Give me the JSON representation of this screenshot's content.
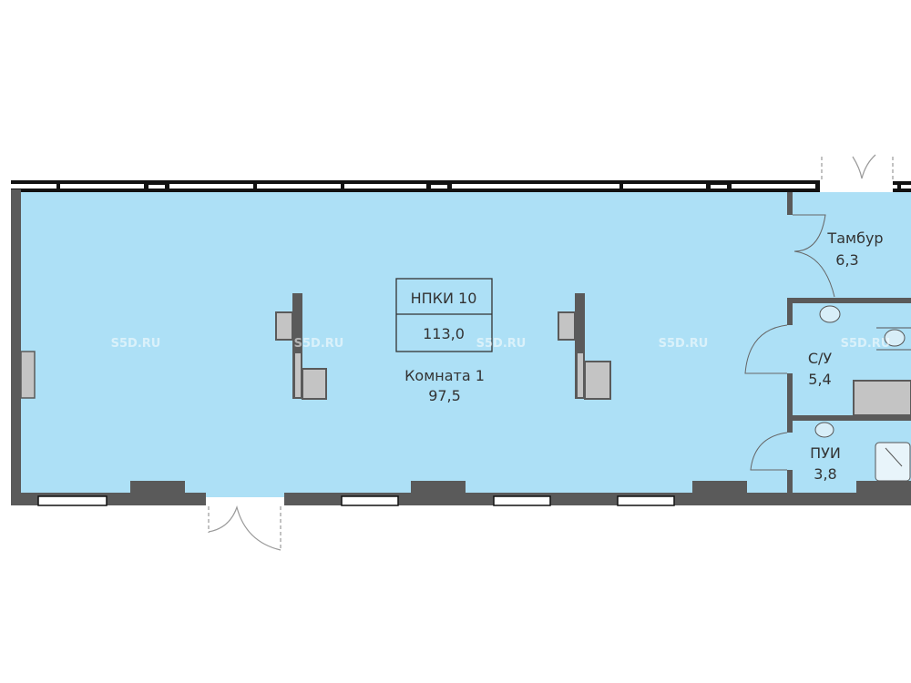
{
  "colors": {
    "room": "#ade0f6",
    "wall": "#5a5a5a",
    "fixture": "#c4c4c4",
    "text": "#333333"
  },
  "unit_box": {
    "name": "НПКИ 10",
    "total_area": "113,0"
  },
  "rooms": [
    {
      "name": "Комната 1",
      "area": "97,5"
    },
    {
      "name": "Тамбур",
      "area": "6,3"
    },
    {
      "name": "С/У",
      "area": "5,4"
    },
    {
      "name": "ПУИ",
      "area": "3,8"
    }
  ],
  "watermark": "S5D.RU"
}
